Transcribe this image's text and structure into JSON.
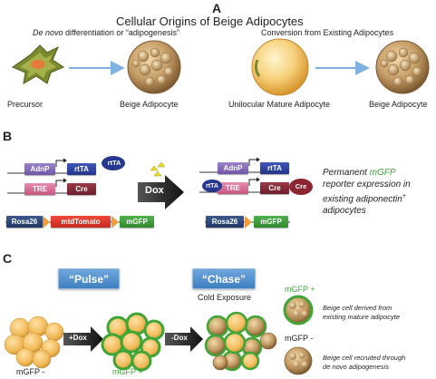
{
  "panel_a": {
    "label": "A",
    "title": "Cellular Origins of Beige Adipocytes",
    "de_novo_prefix": "De novo",
    "de_novo_rest": " differentiation or “adipogenesis”",
    "conversion": "Conversion from Existing Adipocytes",
    "precursor": "Precursor",
    "beige_left": "Beige Adipocyte",
    "unilocular": "Unilocular Mature Adipocyte",
    "beige_right": "Beige Adipocyte"
  },
  "panel_b": {
    "label": "B",
    "left": {
      "adnp": "AdnP",
      "rtta": "rtTA",
      "rtta_free": "rtTA",
      "tre": "TRE",
      "cre": "Cre",
      "rosa26": "Rosa26",
      "mtdtomato": "mtdTomato",
      "mgfp": "mGFP"
    },
    "dox": "Dox",
    "right": {
      "adnp": "AdnP",
      "rtta": "rtTA",
      "rtta_bound": "rtTA",
      "tre": "TRE",
      "cre": "Cre",
      "cre_free": "Cre",
      "rosa26": "Rosa26",
      "mgfp": "mGFP"
    },
    "note_line1_prefix": "Permanent ",
    "note_line1_green": "mGFP",
    "note_line2": "reporter expression in",
    "note_line3": "existing adiponectin",
    "note_sup": "+",
    "note_line4": "adipocytes"
  },
  "panel_c": {
    "label": "C",
    "pulse": "“Pulse”",
    "chase": "“Chase”",
    "cold_exposure": "Cold Exposure",
    "plus_dox": "+Dox",
    "minus_dox": "-Dox",
    "mgfp_minus_bottom": "mGFP -",
    "mgfp_plus_bottom": "mGFP +",
    "legend_plus": "mGFP +",
    "legend_plus_desc_1": "Beige cell derived from",
    "legend_plus_desc_2": "existing mature adipocyte",
    "legend_minus": "mGFP -",
    "legend_minus_desc_1": "Beige cell recruited through",
    "legend_minus_desc_2": "de novo adipogenesis"
  },
  "colors": {
    "mgfp_green": "#3fa535",
    "arrow_blue": "#7fb2e0",
    "pill_blue": "#4f8fce",
    "beige_brown": "#a07a4a",
    "fat_yellow": "#f3c76a"
  }
}
